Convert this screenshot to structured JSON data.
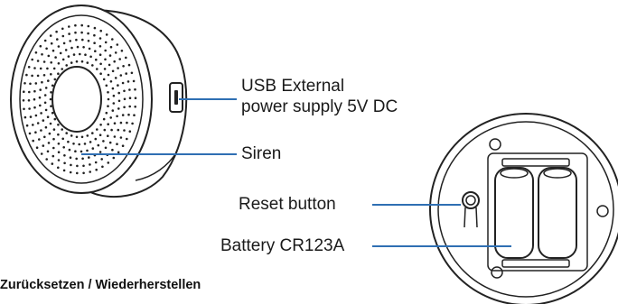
{
  "labels": {
    "usb_line1": "USB External",
    "usb_line2": "power supply 5V DC",
    "siren": "Siren",
    "reset": "Reset button",
    "battery": "Battery CR123A"
  },
  "section_heading": "Zurücksetzen / Wiederherstellen",
  "colors": {
    "callout_line": "#2f6fb3",
    "outline": "#222222",
    "text": "#1a1a1a"
  }
}
